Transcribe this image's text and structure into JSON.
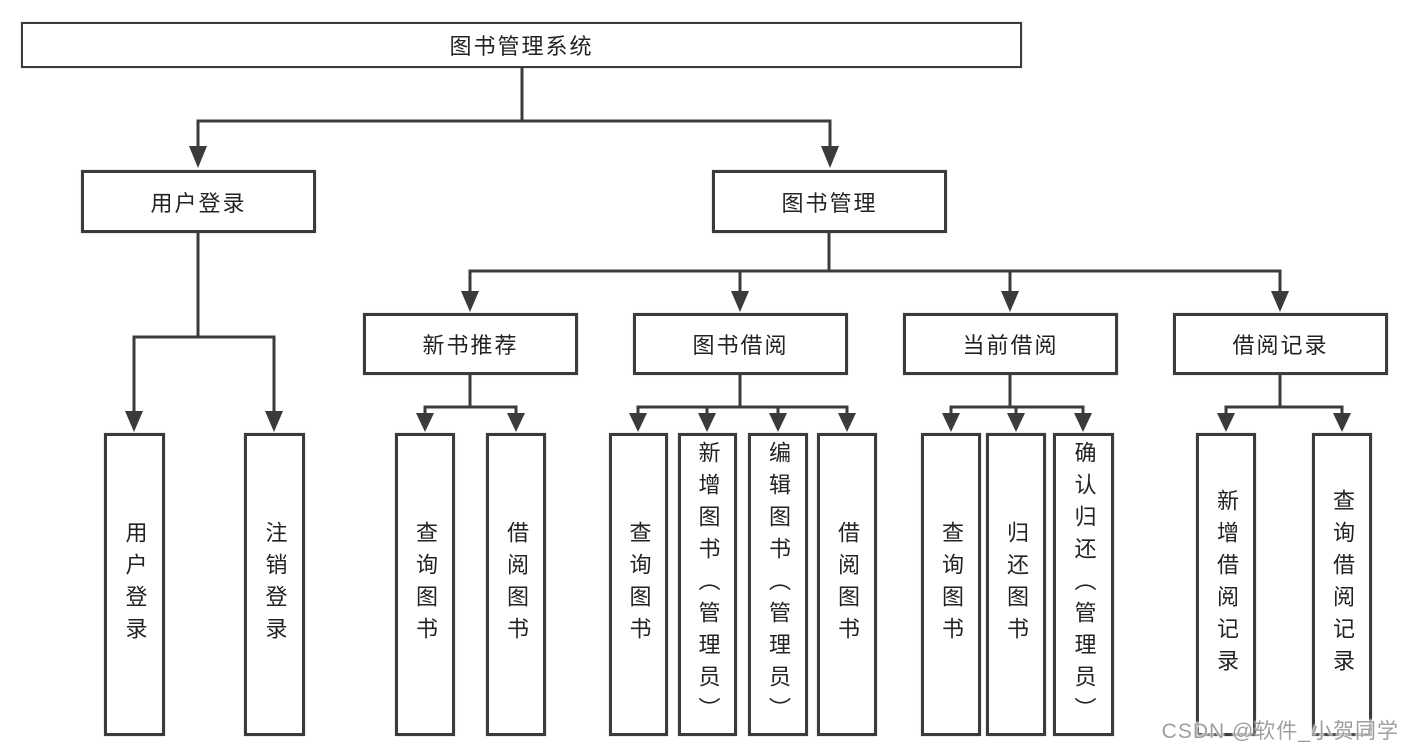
{
  "diagram": {
    "root": {
      "label": "图书管理系统"
    },
    "branches": [
      {
        "label": "用户登录",
        "children": [
          {
            "label": "用户登录"
          },
          {
            "label": "注销登录"
          }
        ]
      },
      {
        "label": "图书管理",
        "children": [
          {
            "label": "新书推荐",
            "children": [
              {
                "label": "查询图书"
              },
              {
                "label": "借阅图书"
              }
            ]
          },
          {
            "label": "图书借阅",
            "children": [
              {
                "label": "查询图书"
              },
              {
                "label": "新增图书（管理员）"
              },
              {
                "label": "编辑图书（管理员）"
              },
              {
                "label": "借阅图书"
              }
            ]
          },
          {
            "label": "当前借阅",
            "children": [
              {
                "label": "查询图书"
              },
              {
                "label": "归还图书"
              },
              {
                "label": "确认归还（管理员）"
              }
            ]
          },
          {
            "label": "借阅记录",
            "children": [
              {
                "label": "新增借阅记录"
              },
              {
                "label": "查询借阅记录"
              }
            ]
          }
        ]
      }
    ]
  },
  "colors": {
    "line": "#3a3b3d",
    "text": "#222326",
    "watermark": "#9d9fa3"
  },
  "watermark": {
    "text": "CSDN @软件_小贺同学"
  }
}
